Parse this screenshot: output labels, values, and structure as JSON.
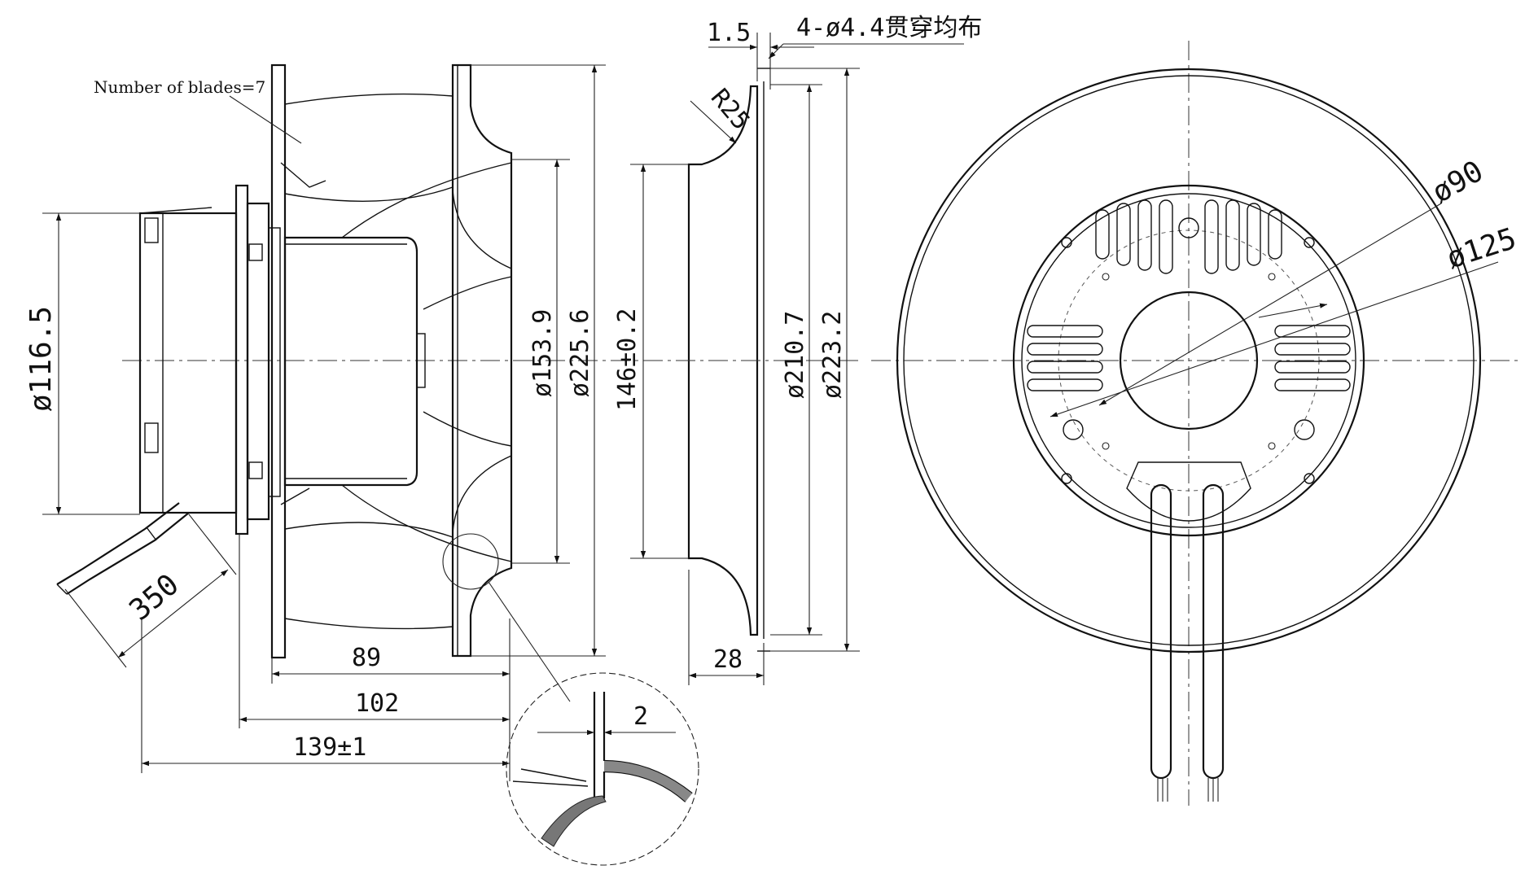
{
  "drawing": {
    "note_blades": "Number of blades=7",
    "note_holes": "4-ø4.4贯穿均布",
    "dims": {
      "d116_5": "ø116.5",
      "d350": "350",
      "d89": "89",
      "d102": "102",
      "d139": "139±1",
      "d153_9": "ø153.9",
      "d225_6": "ø225.6",
      "d146": "146±0.2",
      "d1_5": "1.5",
      "r25": "R25",
      "d210_7": "ø210.7",
      "d223_2": "ø223.2",
      "d28": "28",
      "d2": "2",
      "d90": "ø90",
      "d125": "ø125"
    }
  }
}
